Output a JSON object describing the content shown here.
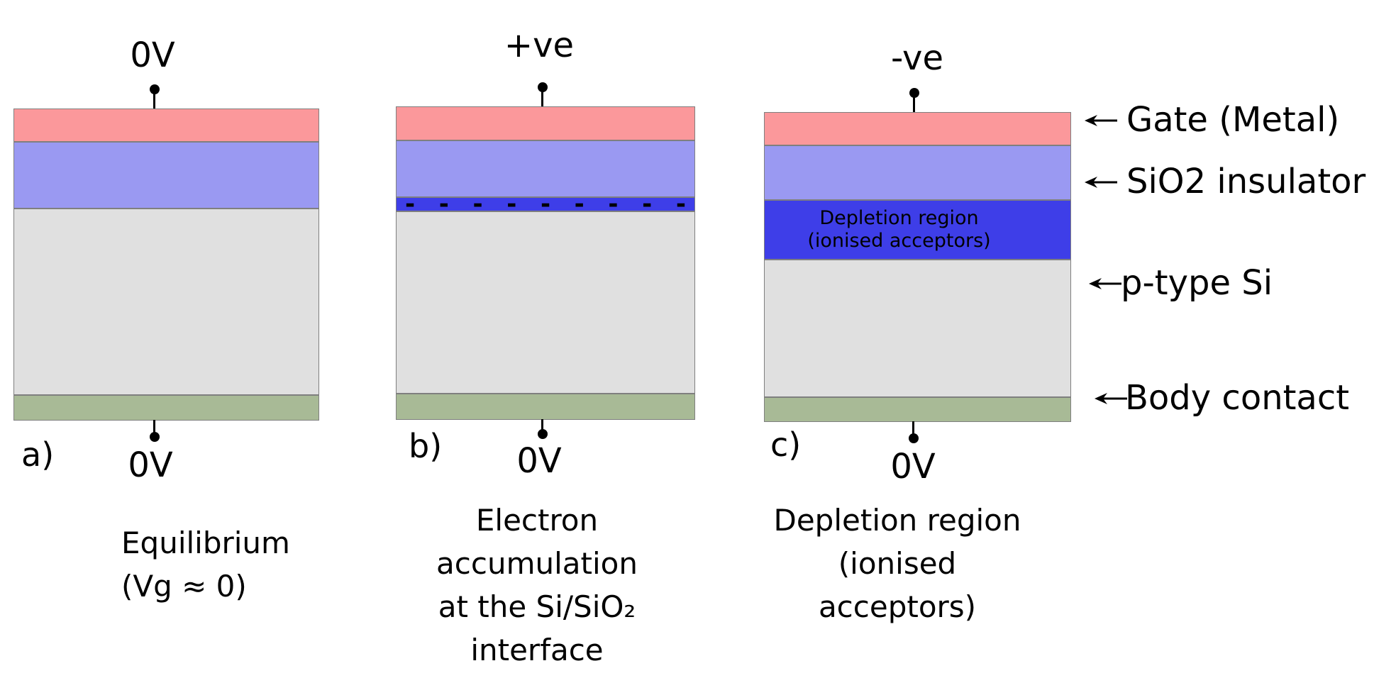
{
  "colors": {
    "gate": "#fb989b",
    "oxide": "#9a99f2",
    "charge": "#3e3ee8",
    "silicon": "#e0e0e0",
    "body": "#a8ba96"
  },
  "right_labels": {
    "gate": "Gate (Metal)",
    "oxide": "SiO2 insulator",
    "silicon": "p-type Si",
    "body": "Body contact"
  },
  "panels": [
    {
      "letter": "a)",
      "top_terminal": "0V",
      "bottom_terminal": "0V",
      "caption_lines": [
        "Equilibrium",
        "(Vg ≈ 0)"
      ]
    },
    {
      "letter": "b)",
      "top_terminal": "+ve",
      "bottom_terminal": "0V",
      "caption_lines": [
        "Electron",
        "accumulation",
        "at the Si/SiO₂",
        "interface"
      ],
      "accumulation_charges": [
        "-",
        "-",
        "-",
        "-",
        "-",
        "-",
        "-",
        "-",
        "-"
      ]
    },
    {
      "letter": "c)",
      "top_terminal": "-ve",
      "bottom_terminal": "0V",
      "caption_lines": [
        "Depletion region",
        "(ionised",
        "acceptors)"
      ],
      "depletion_label_lines": [
        "Depletion region",
        "(ionised acceptors)"
      ]
    }
  ]
}
